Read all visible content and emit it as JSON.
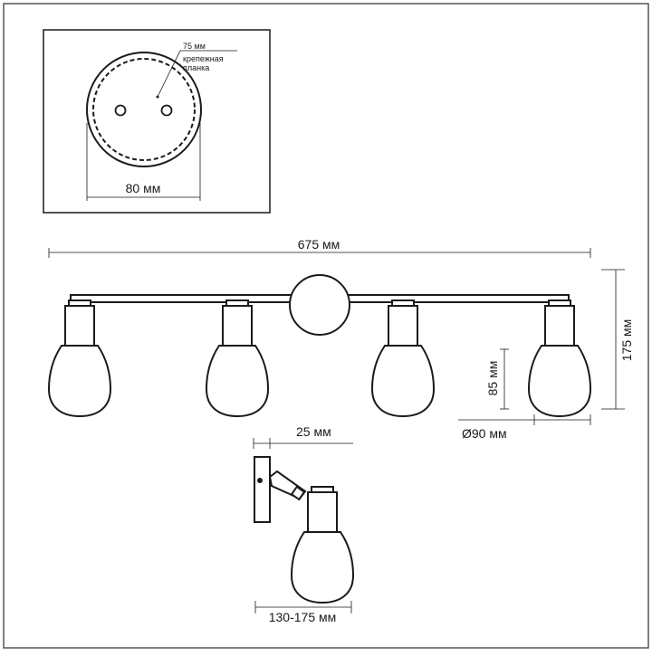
{
  "detail": {
    "plate_size": "75 мм",
    "plate_label_line1": "крепежная",
    "plate_label_line2": "планка",
    "base_diameter": "80 мм"
  },
  "front_view": {
    "total_length": "675 мм",
    "total_height": "175 мм",
    "shade_height": "85 мм",
    "shade_diameter": "Ø90 мм"
  },
  "side_view": {
    "bracket_depth": "25 мм",
    "projection": "130-175 мм"
  },
  "colors": {
    "line": "#1a1a1a",
    "frame": "#555555"
  }
}
